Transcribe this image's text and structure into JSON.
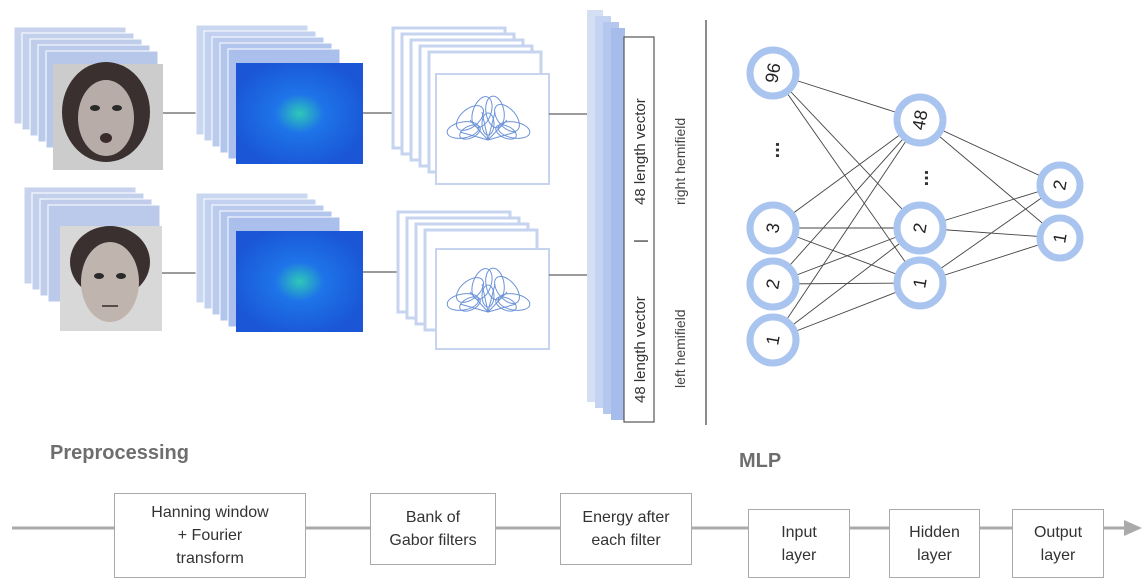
{
  "vector_box": {
    "left_label": "48 length vector",
    "right_label": "48 length vector",
    "separator": "|",
    "left_hemifield": "left hemifield",
    "right_hemifield": "right hemifield"
  },
  "mlp_nodes": {
    "input": [
      "96",
      "...",
      "3",
      "2",
      "1"
    ],
    "hidden": [
      "48",
      "...",
      "2",
      "1"
    ],
    "output": [
      "2",
      "1"
    ]
  },
  "section_labels": {
    "preprocessing": "Preprocessing",
    "mlp": "MLP"
  },
  "pipeline_stages": [
    "Hanning window\n+ Fourier\ntransform",
    "Bank of\nGabor filters",
    "Energy after\neach filter",
    "Input\nlayer",
    "Hidden\nlayer",
    "Output\nlayer"
  ],
  "colors": {
    "stack_blue": "#c5d4f2",
    "fft_blue": "#1e62e0",
    "fft_center": "#2ec8b8",
    "node_ring": "#a9c4ee",
    "line_gray": "#7a7a7a"
  }
}
